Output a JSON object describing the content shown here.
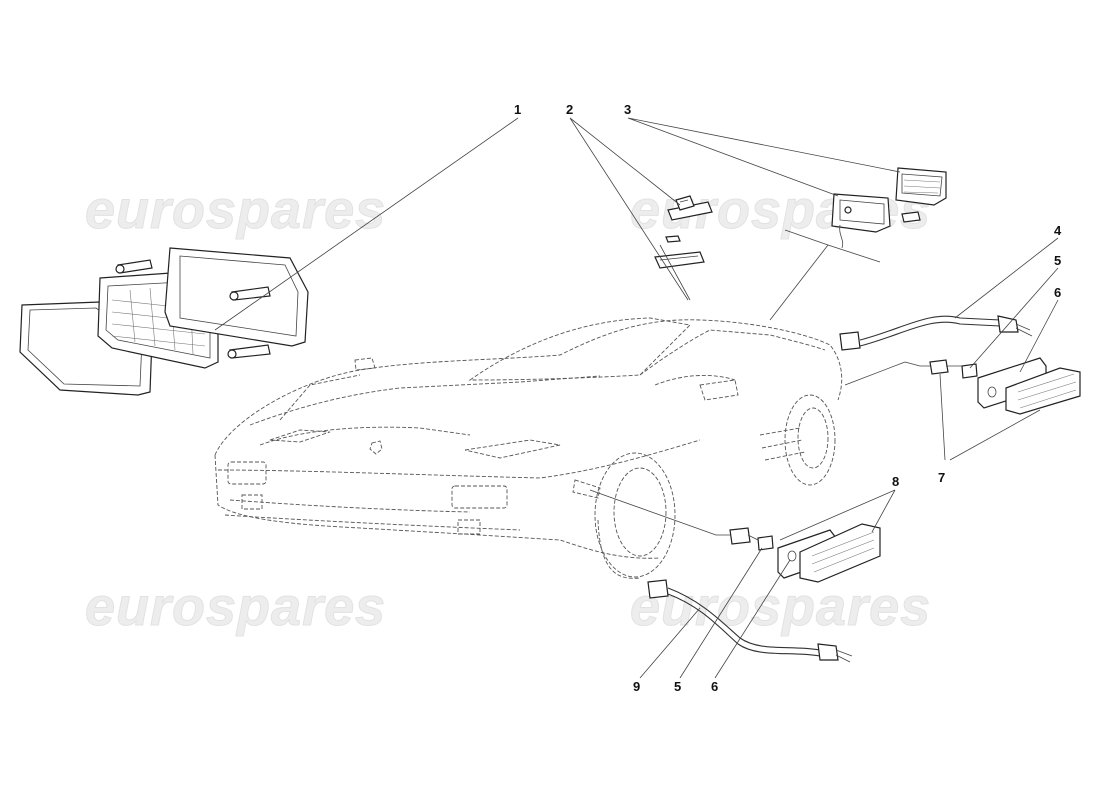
{
  "watermark": {
    "text": "eurospares"
  },
  "callouts": [
    {
      "id": "1",
      "label": "1"
    },
    {
      "id": "2",
      "label": "2"
    },
    {
      "id": "3",
      "label": "3"
    },
    {
      "id": "4",
      "label": "4"
    },
    {
      "id": "5a",
      "label": "5"
    },
    {
      "id": "6a",
      "label": "6"
    },
    {
      "id": "7",
      "label": "7"
    },
    {
      "id": "8",
      "label": "8"
    },
    {
      "id": "9",
      "label": "9"
    },
    {
      "id": "5b",
      "label": "5"
    },
    {
      "id": "6b",
      "label": "6"
    }
  ]
}
